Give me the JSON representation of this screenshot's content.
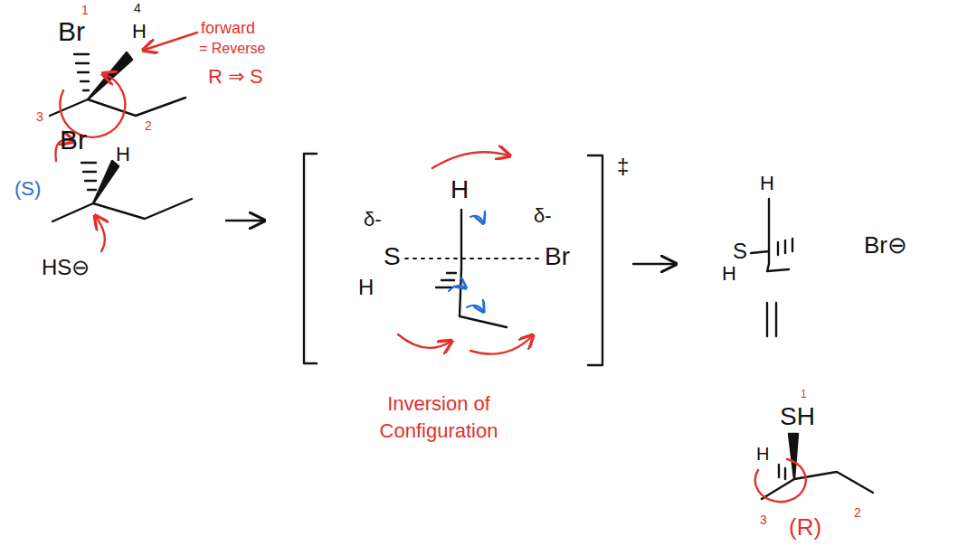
{
  "diagram": {
    "labels": [
      "1",
      "Br",
      "4",
      "H",
      "forward",
      "= Reverse",
      "R ⇒ S",
      "3",
      "2",
      "Br",
      "H",
      "(S)",
      "HS⊖",
      "‡",
      "H",
      "δ-",
      "S",
      "H",
      "δ-",
      "Br",
      "Inversion of Configuration",
      "H",
      "S",
      "H",
      "Br⊖",
      "1",
      "SH",
      "H",
      "3",
      "(R)",
      "2"
    ]
  }
}
